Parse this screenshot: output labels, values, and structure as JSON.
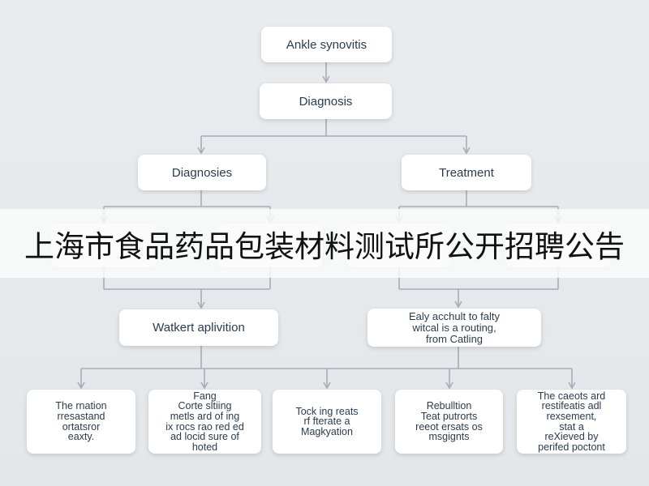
{
  "flowchart": {
    "root": "Ankle synovitis",
    "diagnosis": "Diagnosis",
    "branches": {
      "left": "Diagnosies",
      "right": "Treatment"
    },
    "middle": {
      "left": "Watkert aplivition",
      "right": "Ealy acchult to falty\nwitcal is a routing,\nfrom Catling"
    },
    "outcomes": [
      {
        "text": "The rnation\nrresastand\nortatsror\neaxty."
      },
      {
        "text": "Fang\nCorte sltiing\nmetls ard of ing\nix rocs rao red ed\nad locid sure of\nhoted"
      },
      {
        "text": "Tock ing reats\nrf fterate a\nMagkyation"
      },
      {
        "text": "Rebulltion\nTeat putrorts\nreeot ersats os\nmsgignts"
      },
      {
        "text": "The caeots ard\nrestifeatis adl\nrexsement,\nstat a\nreXieved by\nperifed poctont"
      }
    ]
  },
  "banner": {
    "text": "上海市食品药品包装材料测试所公开招聘公告"
  },
  "colors": {
    "background": "#e6e9ec",
    "node_fill": "#ffffff",
    "connector": "#a8adb3",
    "label_text": "#2a3b4d",
    "banner_text": "#111111"
  }
}
